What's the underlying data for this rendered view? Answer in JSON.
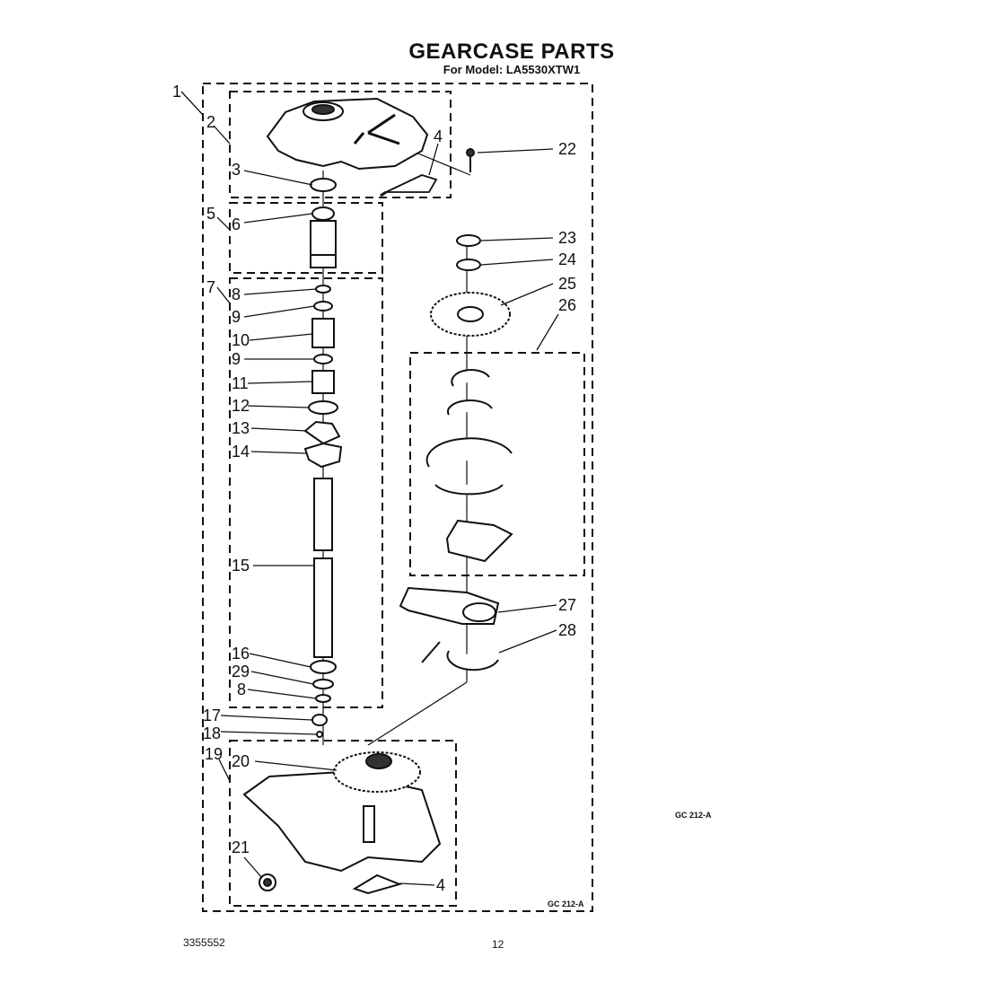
{
  "title": "GEARCASE PARTS",
  "subtitle": "For Model: LA5530XTW1",
  "diagram_code_inner": "GC 212-A",
  "diagram_code_outer": "GC 212-A",
  "doc_number": "3355552",
  "page_number": "12",
  "callouts": [
    "1",
    "2",
    "3",
    "4",
    "5",
    "6",
    "7",
    "8",
    "9",
    "10",
    "9",
    "11",
    "12",
    "13",
    "14",
    "15",
    "16",
    "29",
    "8",
    "17",
    "18",
    "19",
    "20",
    "21",
    "4",
    "22",
    "23",
    "24",
    "25",
    "26",
    "27",
    "28"
  ]
}
